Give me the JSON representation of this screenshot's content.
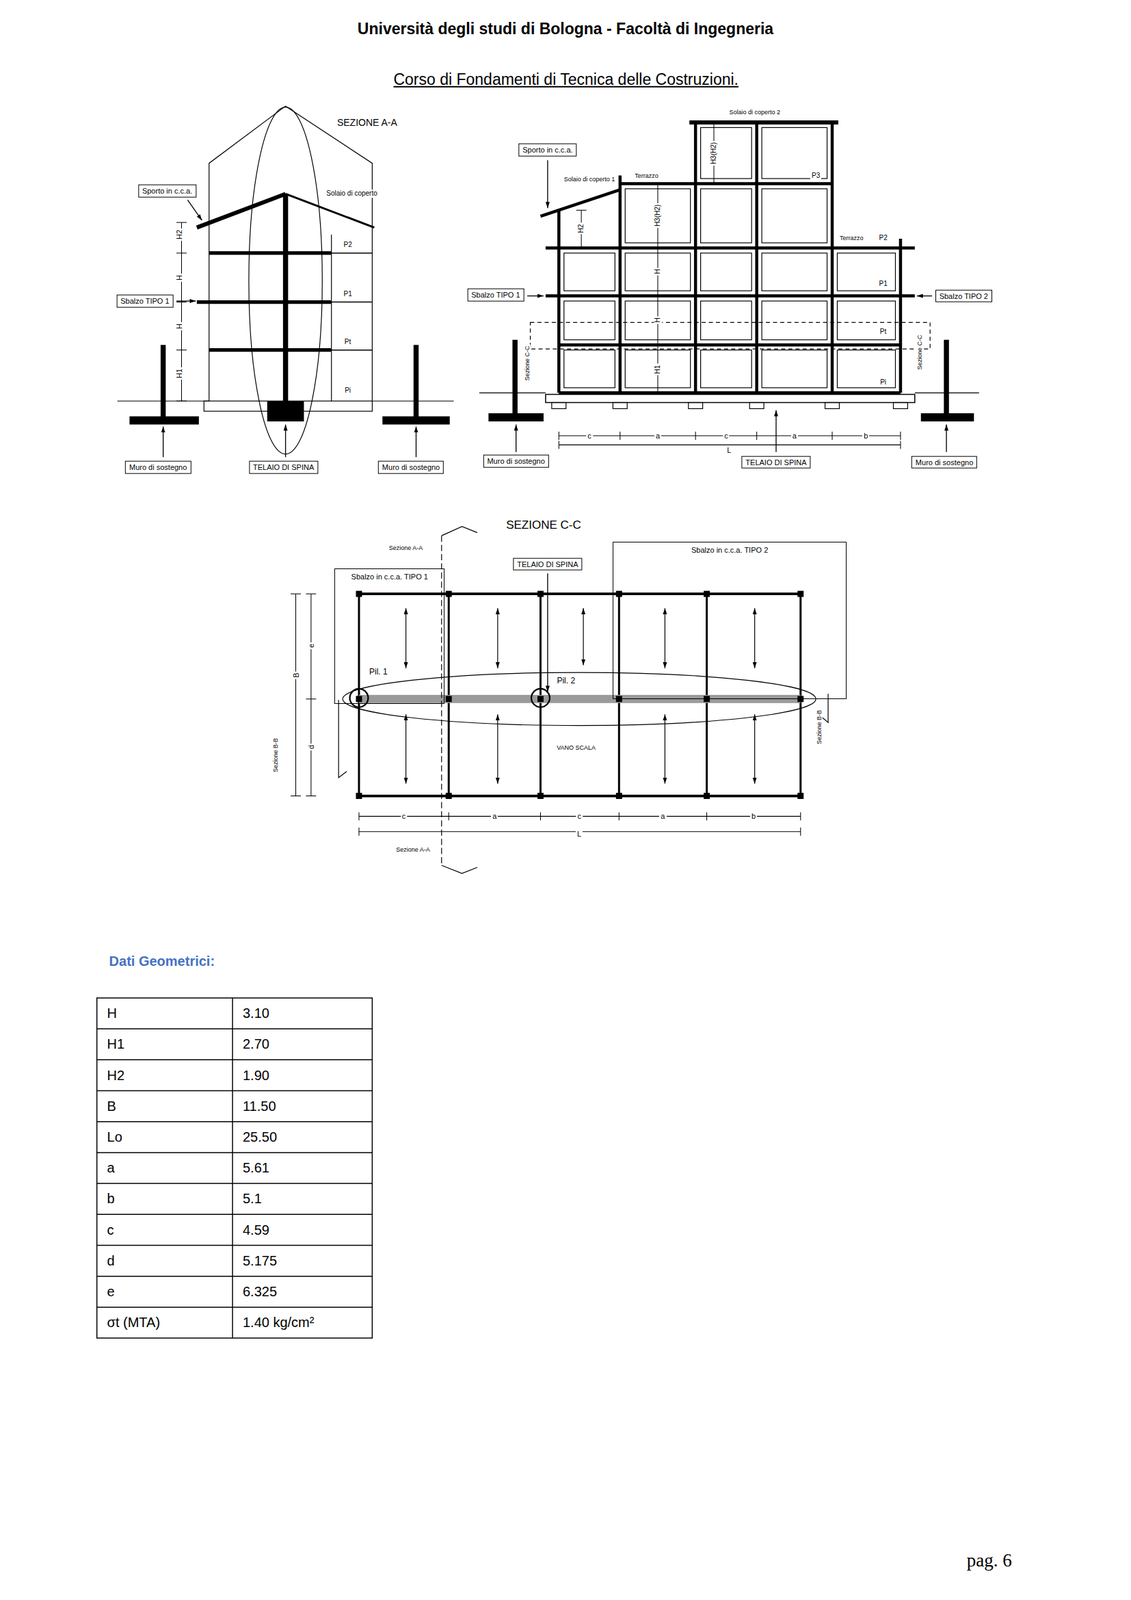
{
  "diagram": {
    "title": "Università degli studi di Bologna - Facoltà di Ingegneria",
    "nodes": [
      {
        "text": [
          "Sporto in c.c.a."
        ]
      },
      {
        "text": [
          "Sbalzo TIPO 1"
        ]
      },
      {
        "text": [
          "Muro di sostegno"
        ]
      },
      {
        "text": [
          "TELAIO DI SPINA"
        ]
      },
      {
        "text": [
          "Muro di sostegno"
        ]
      },
      {
        "text": [
          "Sporto in c.c.a."
        ]
      },
      {
        "text": [
          "Sbalzo TIPO 1"
        ]
      },
      {
        "text": [
          "Sbalzo TIPO 2"
        ]
      },
      {
        "text": [
          "Muro di sostegno"
        ]
      },
      {
        "text": [
          "TELAIO DI SPINA"
        ]
      },
      {
        "text": [
          "Muro di sostegno"
        ]
      },
      {
        "text": [
          "Sbalzo in c.c.a. TIPO 1"
        ]
      },
      {
        "text": [
          "TELAIO DI SPINA"
        ]
      },
      {
        "text": [
          "Sbalzo in c.c.a. TIPO 2"
        ]
      }
    ],
    "labels": [
      "Corso di Fondamenti di Tecnica delle Costruzioni.",
      "SEZIONE A-A",
      "Solaio di coperto",
      "H2",
      "H",
      "H",
      "H1",
      "P2",
      "P1",
      "Pt",
      "Pi",
      "Solaio di coperto 2",
      "H3(H2)",
      "Solaio di coperto 1",
      "Terrazzo",
      "P3",
      "H2",
      "H3(H2)",
      "Terrazzo",
      "P2",
      "H",
      "P1",
      "H",
      "Pt",
      "Sezione C-C",
      "H1",
      "Sezione C-C",
      "Pi",
      "c",
      "a",
      "c",
      "a",
      "b",
      "L",
      "SEZIONE C-C",
      "Sezione A-A",
      "e",
      "B",
      "Pil. 1",
      "Pil. 2",
      "d",
      "Sezione B-B",
      "VANO SCALA",
      "Sezione B-B",
      "c",
      "a",
      "c",
      "a",
      "b",
      "L",
      "Sezione A-A",
      "Dati Geometrici:",
      "H",
      "3.10",
      "H1",
      "2.70",
      "H2",
      "1.90",
      "B",
      "11.50",
      "Lo",
      "25.50",
      "a",
      "5.61",
      "b",
      "5.1",
      "c",
      "4.59",
      "d",
      "5.175",
      "e",
      "6.325",
      "σt (MTA)",
      "1.40 kg/cm²",
      "pag. 6"
    ]
  }
}
